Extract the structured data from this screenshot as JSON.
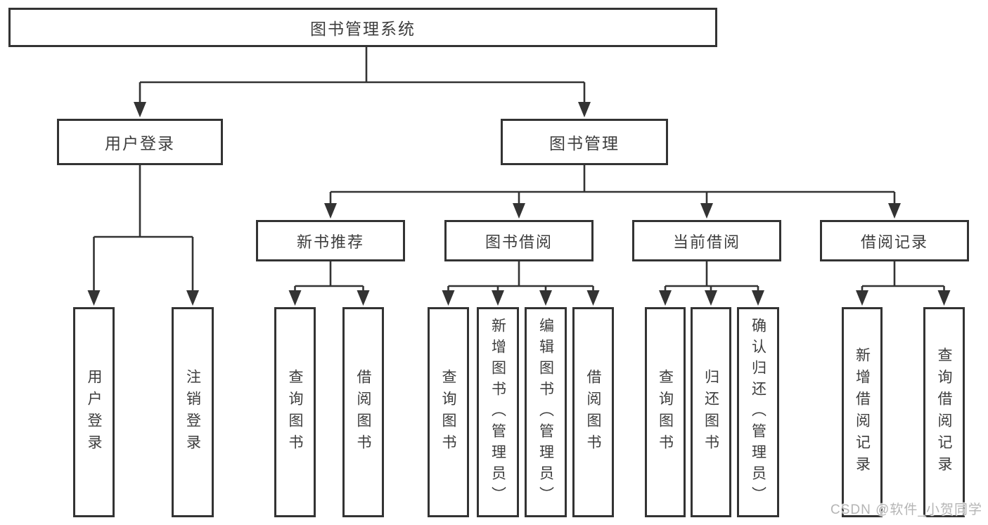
{
  "title": "图书管理系统",
  "watermark": "CSDN @软件_小贺同学",
  "colors": {
    "line": "#333333",
    "box_border": "#333333",
    "text": "#3d3d3d",
    "background": "#ffffff",
    "watermark": "#b5b5b5"
  },
  "tree": {
    "root": {
      "label": "图书管理系统"
    },
    "branches": [
      {
        "label": "用户登录",
        "children": [
          {
            "label": "用户登录"
          },
          {
            "label": "注销登录"
          }
        ]
      },
      {
        "label": "图书管理",
        "groups": [
          {
            "label": "新书推荐",
            "children": [
              {
                "label": "查询图书"
              },
              {
                "label": "借阅图书"
              }
            ]
          },
          {
            "label": "图书借阅",
            "children": [
              {
                "label": "查询图书"
              },
              {
                "label": "新增图书（管理员）"
              },
              {
                "label": "编辑图书（管理员）"
              },
              {
                "label": "借阅图书"
              }
            ]
          },
          {
            "label": "当前借阅",
            "children": [
              {
                "label": "查询图书"
              },
              {
                "label": "归还图书"
              },
              {
                "label": "确认归还（管理员）"
              }
            ]
          },
          {
            "label": "借阅记录",
            "children": [
              {
                "label": "新增借阅记录"
              },
              {
                "label": "查询借阅记录"
              }
            ]
          }
        ]
      }
    ]
  }
}
